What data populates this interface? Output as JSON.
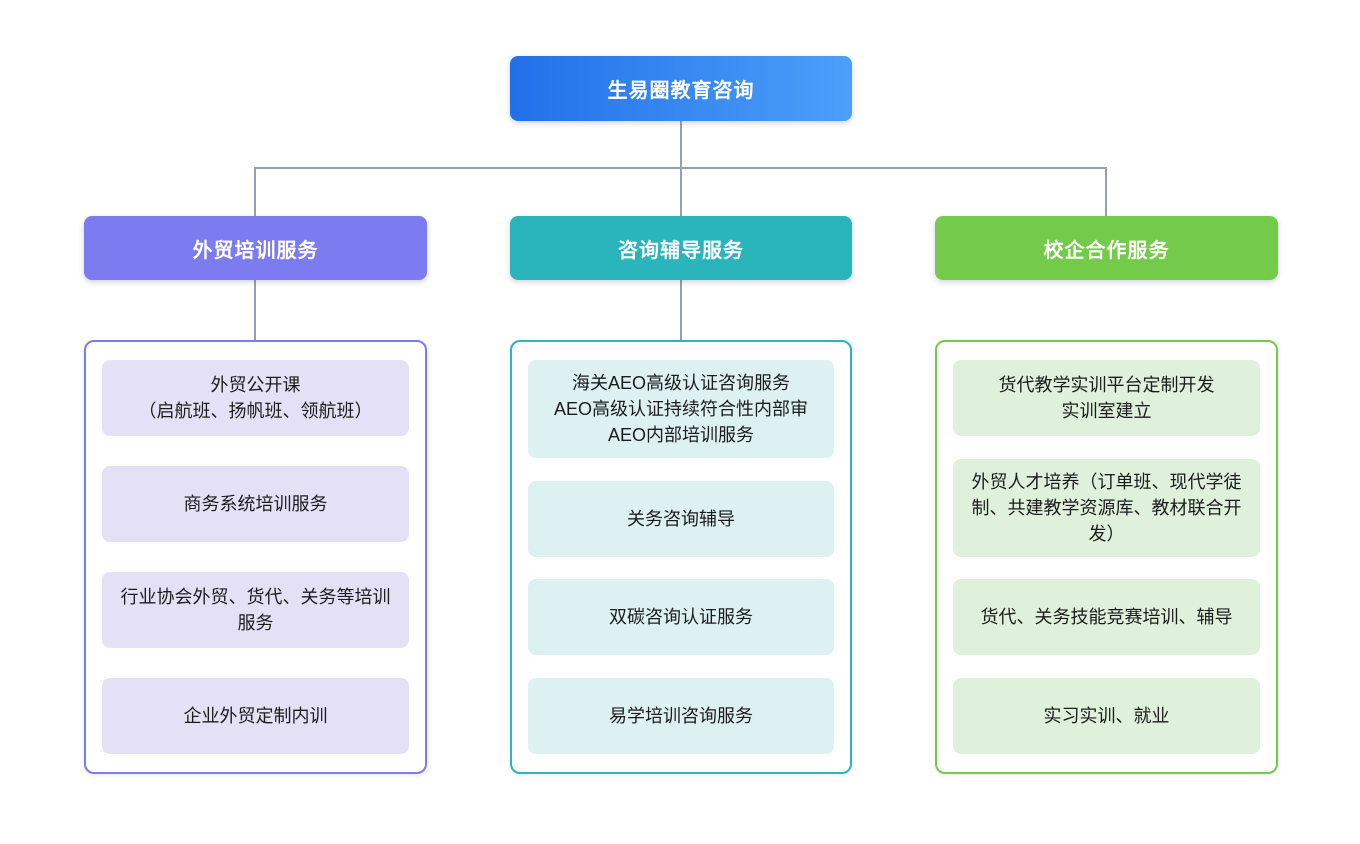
{
  "canvas": {
    "background": "#FFFFFF"
  },
  "connectors": {
    "color": "#97A1AE"
  },
  "root": {
    "label": "生易圈教育咨询",
    "gradient_from": "#2270E9",
    "gradient_to": "#4C9FF9",
    "text_color": "#FFFFFF"
  },
  "branches": [
    {
      "label": "外贸培训服务",
      "header_color": "#7C7CF0",
      "item_bg": "#E4E1F7",
      "items": [
        "外贸公开课\n（启航班、扬帆班、领航班）",
        "商务系统培训服务",
        "行业协会外贸、货代、关务等培训服务",
        "企业外贸定制内训"
      ]
    },
    {
      "label": "咨询辅导服务",
      "header_color": "#29B5BB",
      "item_bg": "#DDF0F2",
      "items": [
        "海关AEO高级认证咨询服务\nAEO高级认证持续符合性内部审\nAEO内部培训服务",
        "关务咨询辅导",
        "双碳咨询认证服务",
        "易学培训咨询服务"
      ]
    },
    {
      "label": "校企合作服务",
      "header_color": "#74CB49",
      "item_bg": "#DFF1DA",
      "items": [
        "货代教学实训平台定制开发\n实训室建立",
        "外贸人才培养（订单班、现代学徒制、共建教学资源库、教材联合开发）",
        "货代、关务技能竞赛培训、辅导",
        "实习实训、就业"
      ]
    }
  ]
}
